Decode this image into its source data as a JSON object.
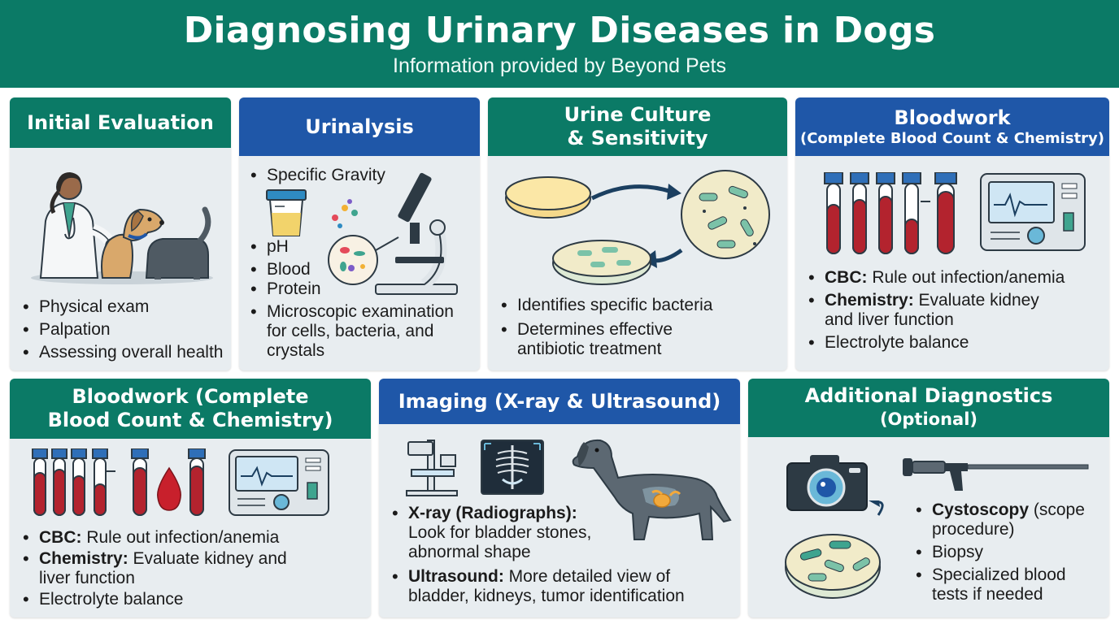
{
  "title": "Diagnosing Urinary Diseases in Dogs",
  "subtitle": "Information provided by Beyond Pets",
  "panels": {
    "initial": {
      "title": "Initial Evaluation",
      "items": [
        "Physical exam",
        "Palpation",
        "Assessing overall health"
      ]
    },
    "urinalysis": {
      "title": "Urinalysis",
      "item_top": "Specific Gravity",
      "items": [
        "pH",
        "Blood",
        "Protein",
        "Microscopic examination for cells, bacteria, and crystals"
      ]
    },
    "culture": {
      "title_line1": "Urine Culture",
      "title_line2": "& Sensitivity",
      "items": [
        "Identifies specific bacteria",
        "Determines effective antibiotic treatment"
      ]
    },
    "bloodwork_top": {
      "title": "Bloodwork",
      "title_sub": "(Complete Blood Count & Chemistry)",
      "items": [
        {
          "bold": "CBC:",
          "text": " Rule out infection/anemia"
        },
        {
          "bold": "Chemistry:",
          "text": " Evaluate kidney and liver function"
        },
        {
          "bold": "",
          "text": "Electrolyte balance"
        }
      ]
    },
    "bloodwork_bottom": {
      "title_line1": "Bloodwork (Complete",
      "title_line2": "Blood Count & Chemistry)",
      "items": [
        {
          "bold": "CBC:",
          "text": " Rule out infection/anemia"
        },
        {
          "bold": "Chemistry:",
          "text": " Evaluate kidney and liver function"
        },
        {
          "bold": "",
          "text": "Electrolyte balance"
        }
      ]
    },
    "imaging": {
      "title": "Imaging (X-ray & Ultrasound)",
      "items": [
        {
          "bold": "X-ray (Radiographs):",
          "text": " Look for bladder stones, abnormal shape"
        },
        {
          "bold": "Ultrasound:",
          "text": " More detailed view of bladder, kidneys, tumor identification"
        }
      ]
    },
    "additional": {
      "title_line1": "Additional Diagnostics",
      "title_line2": "(Optional)",
      "items": [
        {
          "bold": "Cystoscopy",
          "text": " (scope procedure)"
        },
        {
          "bold": "",
          "text": "Biopsy"
        },
        {
          "bold": "",
          "text": "Specialized blood tests if needed"
        }
      ]
    }
  },
  "colors": {
    "teal": "#0b7a66",
    "blue": "#1f57a8",
    "panel_bg": "#e8edf0",
    "blood_red": "#b3232e"
  },
  "icons": [
    "veterinarian-dog-icon",
    "urine-cup-icon",
    "microscope-icon",
    "petri-dish-icon",
    "blood-tube-icon",
    "analyzer-machine-icon",
    "blood-drop-icon",
    "xray-machine-icon",
    "xray-film-icon",
    "dog-silhouette-icon",
    "camera-icon",
    "endoscope-icon"
  ]
}
